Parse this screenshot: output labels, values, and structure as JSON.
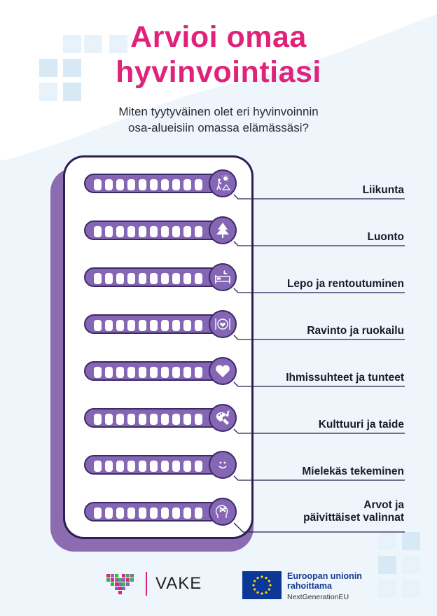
{
  "header": {
    "title_line1": "Arvioi omaa",
    "title_line2": "hyvinvointiasi",
    "subtitle_line1": "Miten tyytyväinen olet eri hyvinvoinnin",
    "subtitle_line2": "osa-alueisiin omassa elämässäsi?"
  },
  "colors": {
    "title": "#e0237a",
    "bar": "#8466b4",
    "outline": "#2d1e55",
    "shadow": "#8b6cb0",
    "background_tile": "#d6e9f5"
  },
  "scale": {
    "segments_per_bar": 10
  },
  "items": [
    {
      "label_line1": "Liikunta",
      "label_line2": "",
      "icon": "hiking-sun-icon"
    },
    {
      "label_line1": "Luonto",
      "label_line2": "",
      "icon": "tree-icon"
    },
    {
      "label_line1": "Lepo ja rentoutuminen",
      "label_line2": "",
      "icon": "bed-moon-icon"
    },
    {
      "label_line1": "Ravinto ja ruokailu",
      "label_line2": "",
      "icon": "plate-cutlery-icon"
    },
    {
      "label_line1": "Ihmissuhteet ja tunteet",
      "label_line2": "",
      "icon": "heart-icon"
    },
    {
      "label_line1": "Kulttuuri ja taide",
      "label_line2": "",
      "icon": "art-music-icon"
    },
    {
      "label_line1": "Mielekäs tekeminen",
      "label_line2": "",
      "icon": "smiley-icon"
    },
    {
      "label_line1": "Arvot ja",
      "label_line2": "päivittäiset valinnat",
      "icon": "head-mind-icon"
    }
  ],
  "footer": {
    "vake": "VAKE",
    "eu_line1": "Euroopan unionin",
    "eu_line2": "rahoittama",
    "eu_line3": "NextGenerationEU"
  }
}
